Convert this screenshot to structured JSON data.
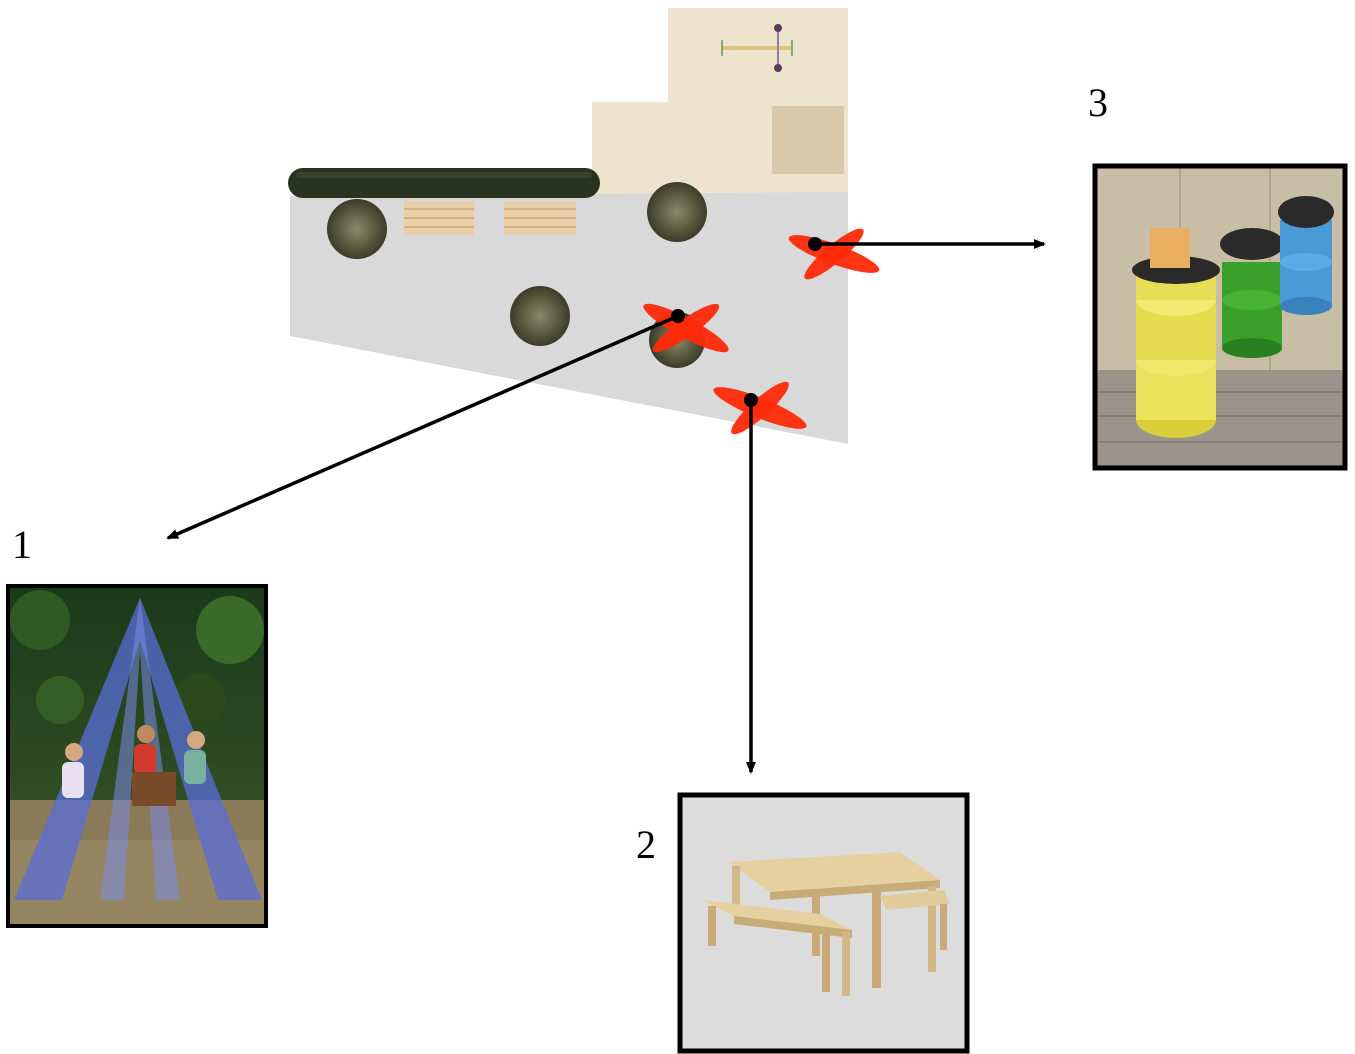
{
  "labels": {
    "one": "1",
    "two": "2",
    "three": "3"
  },
  "photos": {
    "one": "tent-reading-corner-photo",
    "two": "picnic-table-photo",
    "three": "tire-bins-photo"
  },
  "colors": {
    "plan_floor": "#d8d8d8",
    "terrace": "#eee3cc",
    "hedge": "#2a3320",
    "marker": "#ff2a0a",
    "arrow": "#000000",
    "frame": "#000000"
  }
}
